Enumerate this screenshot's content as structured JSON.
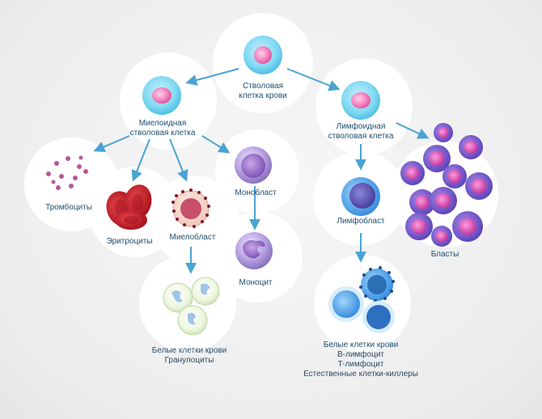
{
  "diagram": {
    "nodes": {
      "stem": {
        "label_line1": "Стволовая",
        "label_line2": "клетка крови"
      },
      "myeloid": {
        "label_line1": "Миелоидная",
        "label_line2": "стволовая клетка"
      },
      "lymphoid": {
        "label_line1": "Лимфоидная",
        "label_line2": "стволовая клетка"
      },
      "platelets": {
        "label": "Тромбоциты"
      },
      "erythrocytes": {
        "label": "Эритроциты"
      },
      "myeloblast": {
        "label": "Миелобласт"
      },
      "monoblast": {
        "label": "Монобласт"
      },
      "monocyte": {
        "label": "Моноцит"
      },
      "granulocytes": {
        "label_line1": "Белые клетки крови",
        "label_line2": "Гранулоциты"
      },
      "lymphoblast": {
        "label": "Лимфобласт"
      },
      "blasts": {
        "label": "Бласты"
      },
      "lymphocytes": {
        "label_line1": "Белые клетки крови",
        "label_line2": "B-лимфоцит",
        "label_line3": "T-лимфоцит",
        "label_line4": "Естественные клетки-киллеры"
      }
    },
    "colors": {
      "arrow": "#4aa3d3",
      "label": "#1f4e6e",
      "stem_cell": "#6fd3f0",
      "nucleus_pink": "#f07bb6",
      "red_cell": "#c8202c",
      "monoblast": "#9a86c6",
      "lymph_blue": "#3e86cf",
      "blast_purple": "#7c5fd0"
    }
  }
}
